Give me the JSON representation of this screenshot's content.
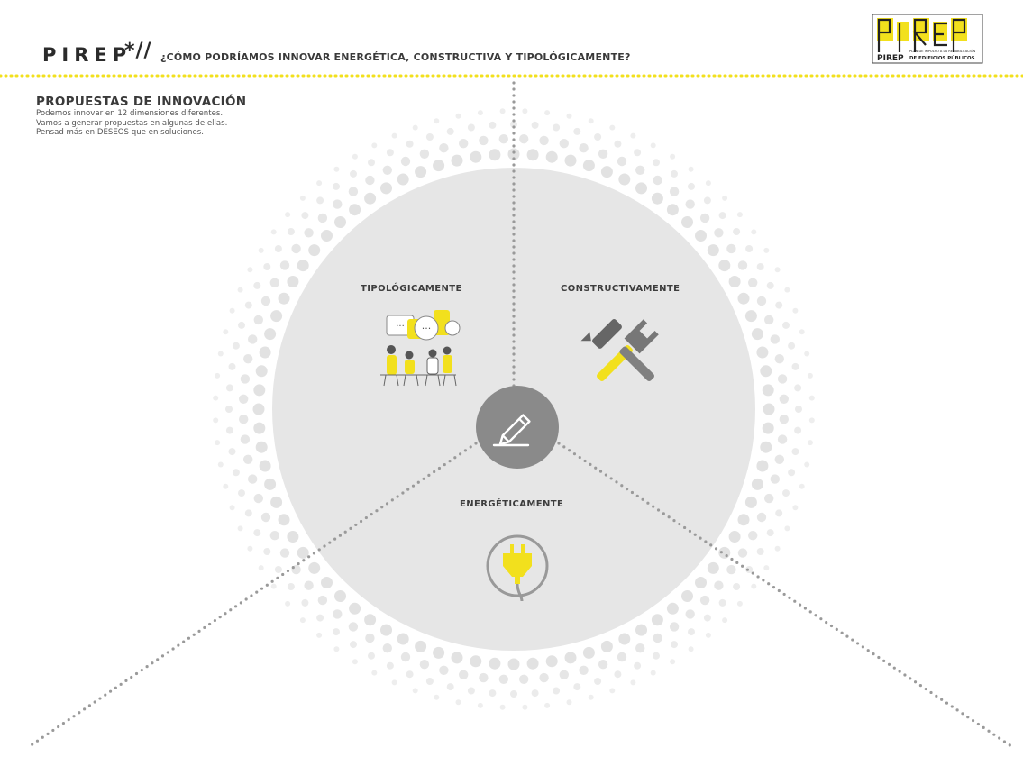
{
  "header": {
    "brand": "PIREP",
    "brand_mark": "*//",
    "question": "¿CÓMO PODRÍAMOS INNOVAR ENERGÉTICA, CONSTRUCTIVA Y TIPOLÓGICAMENTE?"
  },
  "logo": {
    "letters": "PIREP",
    "tagline_1": "PLAN DE IMPULSO A LA REHABILITACIÓN",
    "tagline_2": "DE EDIFICIOS PÚBLICOS"
  },
  "intro": {
    "title": "PROPUESTAS DE INNOVACIÓN",
    "lines": [
      "Podemos innovar en 12 dimensiones diferentes.",
      "Vamos a generar propuestas en algunas de ellas.",
      "Pensad más en DESEOS que en soluciones."
    ]
  },
  "sectors": {
    "typological": "TIPOLÓGICAMENTE",
    "constructive": "CONSTRUCTIVAMENTE",
    "energetic": "ENERGÉTICAMENTE"
  },
  "icons": {
    "center": "pencil-icon",
    "typological": "people-discussion-icon",
    "constructive": "hammer-wrench-icon",
    "energetic": "plug-icon"
  },
  "colors": {
    "accent": "#f2e01d",
    "circle": "#e6e6e6",
    "center": "#8a8a8a",
    "dots": "#d9d9d9",
    "dotted_line": "#9a9a9a"
  }
}
